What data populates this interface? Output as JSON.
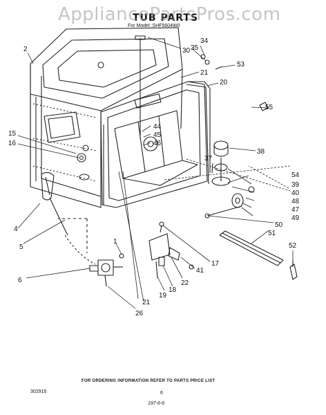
{
  "watermark": "AppliancePartsPros.com",
  "title": "TUB PARTS",
  "subtitle": "For Model: SHF5604W0",
  "footer": {
    "ordering_note": "FOR ORDERING INFORMATION REFER TO PARTS PRICE LIST",
    "doc_number": "302915",
    "page": "6",
    "code": "197-6-6"
  },
  "callouts": {
    "c1": "1",
    "c2": "2",
    "c4": "4",
    "c5": "5",
    "c6": "6",
    "c15": "15",
    "c16": "16",
    "c17": "17",
    "c18": "18",
    "c19": "19",
    "c20": "20",
    "c21a": "21",
    "c21b": "21",
    "c22": "22",
    "c26": "26",
    "c30": "30",
    "c34": "34",
    "c35": "35",
    "c37": "37",
    "c38": "38",
    "c39": "39",
    "c40": "40",
    "c41": "41",
    "c44": "44",
    "c45": "45",
    "c46": "46",
    "c47": "47",
    "c48": "48",
    "c49": "49",
    "c50": "50",
    "c51": "51",
    "c52": "52",
    "c53": "53",
    "c54": "54",
    "c55": "55"
  }
}
